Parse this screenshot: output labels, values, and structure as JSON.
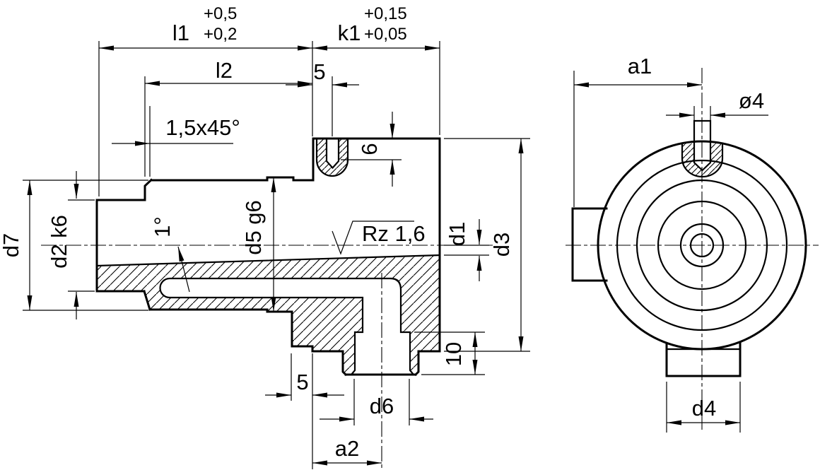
{
  "side_view": {
    "dims": {
      "l1": "l1",
      "l1_tol_upper": "+0,5",
      "l1_tol_lower": "+0,2",
      "k1": "k1",
      "k1_tol_upper": "+0,15",
      "k1_tol_lower": "+0,05",
      "l2": "l2",
      "screw_hole_offset": "5",
      "screw_hole_depth": "6",
      "chamfer": "1,5x45°",
      "taper_angle": "1°",
      "d5": "d5 g6",
      "d2": "d2 k6",
      "d7": "d7",
      "d1": "d1",
      "d3": "d3",
      "counterbore_depth": "10",
      "flange_step": "5",
      "d6": "d6",
      "a2": "a2",
      "surface_finish": "Rz 1,6"
    }
  },
  "front_view": {
    "dims": {
      "a1": "a1",
      "screw_hole_dia": "ø4",
      "d4": "d4"
    }
  },
  "colors": {
    "line": "#000000",
    "background": "#ffffff"
  }
}
